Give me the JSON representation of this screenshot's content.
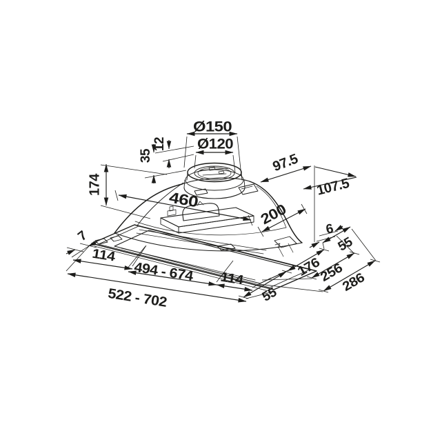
{
  "figure": {
    "kind": "technical dimensional drawing",
    "subject": "built-in cooker hood, isometric view",
    "units": "mm",
    "ink_color": "#1d1d1b",
    "background_color": "#ffffff"
  },
  "dims": {
    "duct_outer": "Ø150",
    "duct_inner": "Ø120",
    "collar_lip_height": "12",
    "spigot_height": "35",
    "body_height": "174",
    "top_depth": "97.5",
    "right_height": "107.5",
    "body_width": "460",
    "body_depth": "200",
    "rim_lip": "7",
    "left_inset": "114",
    "cutout_width_range": "494 - 674",
    "right_inset": "114",
    "overall_width_range": "522 - 702",
    "front_offset": "55",
    "rear_lip": "6",
    "rear_offset": "55",
    "inner_depth": "176",
    "cutout_depth": "256",
    "overall_depth": "286"
  }
}
